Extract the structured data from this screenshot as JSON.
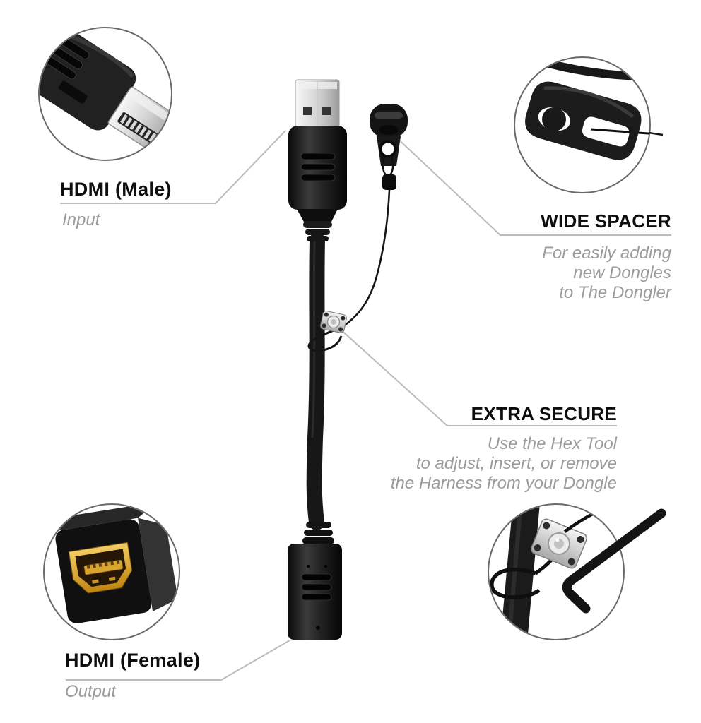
{
  "callouts": {
    "hdmi_male": {
      "title": "HDMI (Male)",
      "subtitle": "Input"
    },
    "wide_spacer": {
      "title": "WIDE SPACER",
      "lines": [
        "For easily adding",
        "new Dongles",
        "to The Dongler"
      ]
    },
    "extra_secure": {
      "title": "EXTRA SECURE",
      "lines": [
        "Use the Hex Tool",
        "to adjust, insert, or remove",
        "the Harness from your Dongle"
      ]
    },
    "hdmi_female": {
      "title": "HDMI (Female)",
      "subtitle": "Output"
    }
  },
  "colors": {
    "background": "#ffffff",
    "title_text": "#0e0e0e",
    "muted_text": "#9b9b9b",
    "leader_line": "#bcbcbc",
    "circle_border": "#696969",
    "cable_black": "#161616",
    "plug_silver": "#d8d8d8",
    "port_gold": "#d9a52f"
  }
}
